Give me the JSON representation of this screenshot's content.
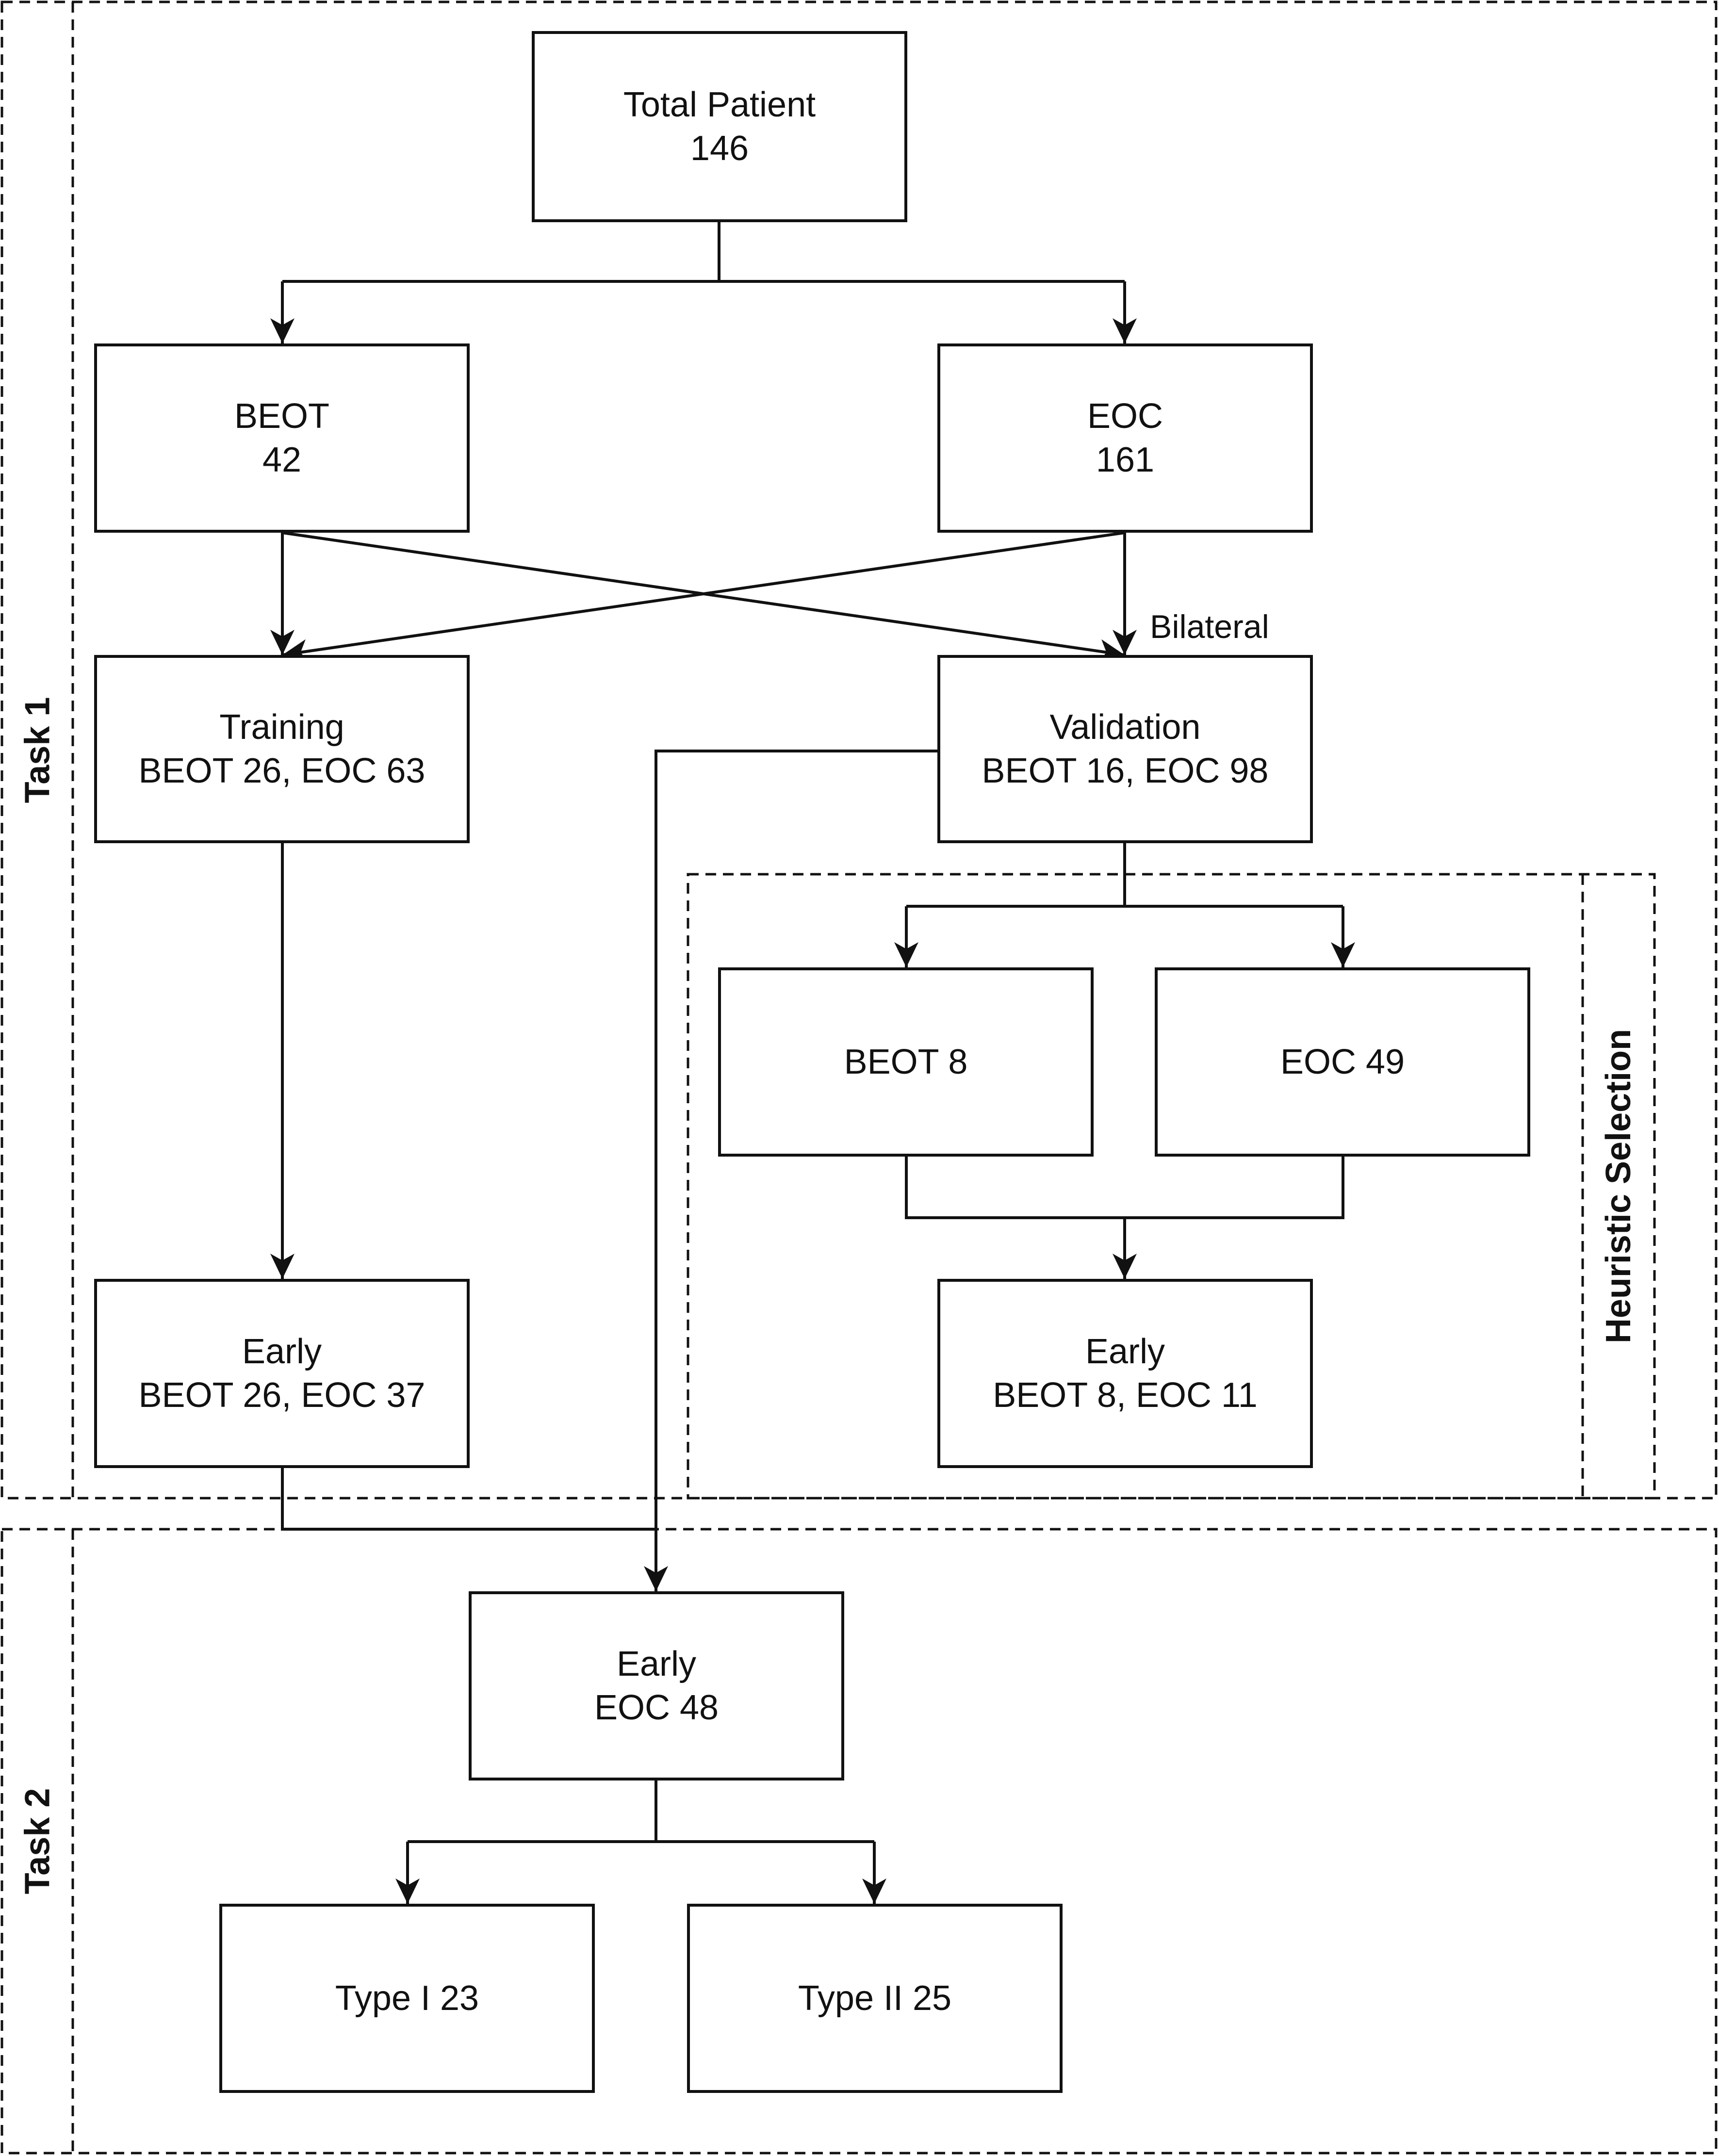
{
  "regions": {
    "task1": "Task 1",
    "task2": "Task 2",
    "heuristic": "Heuristic Selection"
  },
  "nodes": {
    "total": {
      "title": "Total Patient",
      "value": "146"
    },
    "beot": {
      "title": "BEOT",
      "value": "42"
    },
    "eoc": {
      "title": "EOC",
      "value": "161"
    },
    "training": {
      "title": "Training",
      "value": "BEOT 26, EOC 63"
    },
    "validation": {
      "title": "Validation",
      "value": "BEOT 16, EOC 98"
    },
    "val_beot": {
      "title": "BEOT 8"
    },
    "val_eoc": {
      "title": "EOC 49"
    },
    "early_train": {
      "title": "Early",
      "value": "BEOT 26, EOC 37"
    },
    "early_val": {
      "title": "Early",
      "value": "BEOT 8, EOC 11"
    },
    "early_task2": {
      "title": "Early",
      "value": "EOC 48"
    },
    "type1": {
      "title": "Type I 23"
    },
    "type2": {
      "title": "Type II 25"
    }
  },
  "edge_labels": {
    "bilateral": "Bilateral"
  }
}
